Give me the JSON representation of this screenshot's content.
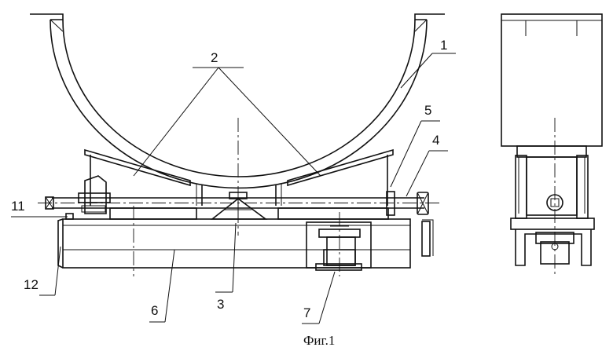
{
  "figure": {
    "caption": "Фиг.1",
    "labels": [
      {
        "id": "1",
        "text": "1"
      },
      {
        "id": "2",
        "text": "2"
      },
      {
        "id": "3",
        "text": "3"
      },
      {
        "id": "4",
        "text": "4"
      },
      {
        "id": "5",
        "text": "5"
      },
      {
        "id": "6",
        "text": "6"
      },
      {
        "id": "7",
        "text": "7"
      },
      {
        "id": "11",
        "text": "11"
      },
      {
        "id": "12",
        "text": "12"
      }
    ]
  }
}
